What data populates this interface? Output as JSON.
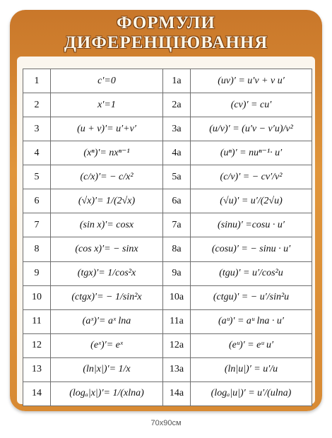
{
  "title": {
    "line1": "ФОРМУЛИ",
    "line2": "ДИФЕРЕНЦІЮВАННЯ"
  },
  "rows": [
    {
      "n": "1",
      "f": "c′=0",
      "na": "1a",
      "fa": "(uv)′ = u′v + v u′"
    },
    {
      "n": "2",
      "f": "x′=1",
      "na": "2a",
      "fa": "(cv)′ = cu′"
    },
    {
      "n": "3",
      "f": "(u + v)′= u′+v′",
      "na": "3a",
      "fa": "(u/v)′ = (u′v − v′u)/v²"
    },
    {
      "n": "4",
      "f": "(xⁿ)′= nxⁿ⁻¹",
      "na": "4a",
      "fa": "(uⁿ)′ = nuⁿ⁻¹· u′"
    },
    {
      "n": "5",
      "f": "(c/x)′= − c/x²",
      "na": "5a",
      "fa": "(c/v)′ = − cv′/v²"
    },
    {
      "n": "6",
      "f": "(√x)′= 1/(2√x)",
      "na": "6a",
      "fa": "(√u)′ = u′/(2√u)"
    },
    {
      "n": "7",
      "f": "(sin x)′= cosx",
      "na": "7a",
      "fa": "(sinu)′ =cosu · u′"
    },
    {
      "n": "8",
      "f": "(cos x)′= − sinx",
      "na": "8a",
      "fa": "(cosu)′ = − sinu · u′"
    },
    {
      "n": "9",
      "f": "(tgx)′= 1/cos²x",
      "na": "9a",
      "fa": "(tgu)′ = u′/cos²u"
    },
    {
      "n": "10",
      "f": "(ctgx)′= − 1/sin²x",
      "na": "10a",
      "fa": "(ctgu)′ = − u′/sin²u"
    },
    {
      "n": "11",
      "f": "(aˣ)′= aˣ lna",
      "na": "11a",
      "fa": "(aᵘ)′ = aᵘ lna · u′"
    },
    {
      "n": "12",
      "f": "(eˣ)′= eˣ",
      "na": "12a",
      "fa": "(eᵘ)′ = eᵘ u′"
    },
    {
      "n": "13",
      "f": "(ln|x|)′= 1/x",
      "na": "13a",
      "fa": "(ln|u|)′ = u′/u"
    },
    {
      "n": "14",
      "f": "(logₐ|x|)′= 1/(xlna)",
      "na": "14a",
      "fa": "(logₐ|u|)′ = u′/(ulna)"
    }
  ],
  "size_note": "70x90см",
  "colors": {
    "frame": "#d88a33",
    "frame_dark": "#c9772a",
    "title_text": "#fff6e6",
    "border": "#6e6e6e"
  }
}
